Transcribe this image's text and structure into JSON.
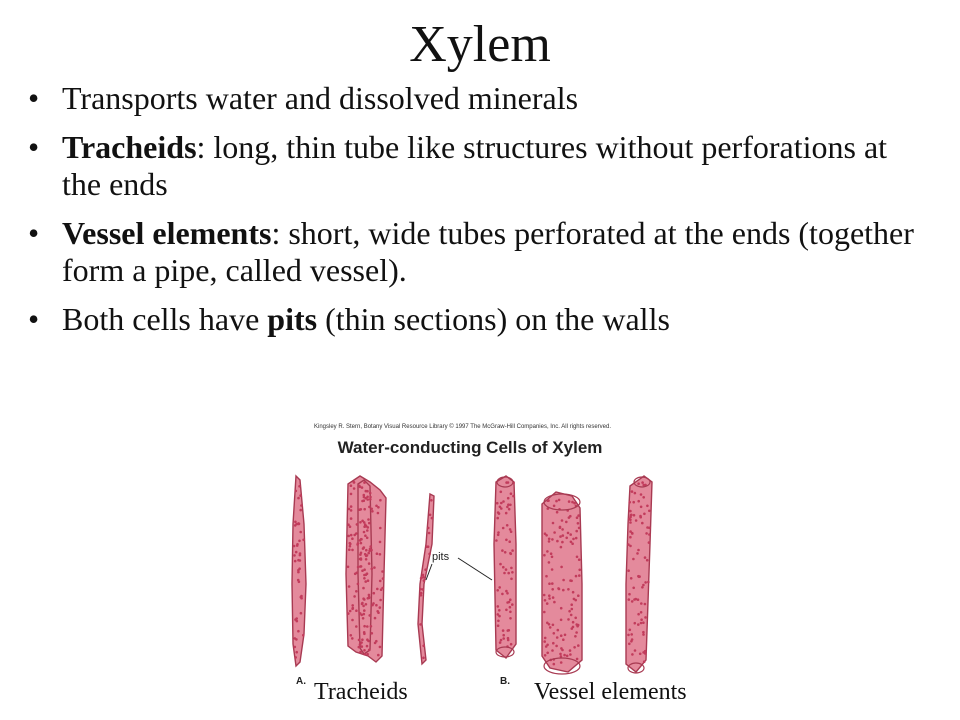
{
  "slide": {
    "title": "Xylem",
    "bullets": [
      {
        "bold": "",
        "text": "Transports water and dissolved minerals"
      },
      {
        "bold": "Tracheids",
        "text": ": long, thin tube like structures without perforations at the ends"
      },
      {
        "bold": "Vessel elements",
        "text": ": short, wide tubes perforated at the ends (together form a pipe, called vessel)."
      },
      {
        "pre": "Both cells have ",
        "bold": "pits",
        "text": " (thin sections) on the walls"
      }
    ]
  },
  "figure": {
    "credit": "Kingsley R. Stern, Botany Visual Resource Library © 1997 The McGraw-Hill Companies, Inc. All rights reserved.",
    "title": "Water-conducting Cells of Xylem",
    "pits_label": "pits",
    "panel_a": "A.",
    "panel_b": "B.",
    "caption_a": "Tracheids",
    "caption_b": "Vessel elements"
  },
  "colors": {
    "cell_fill": "#e48a9c",
    "cell_stroke": "#a83a52",
    "pit": "#c23c5c"
  }
}
